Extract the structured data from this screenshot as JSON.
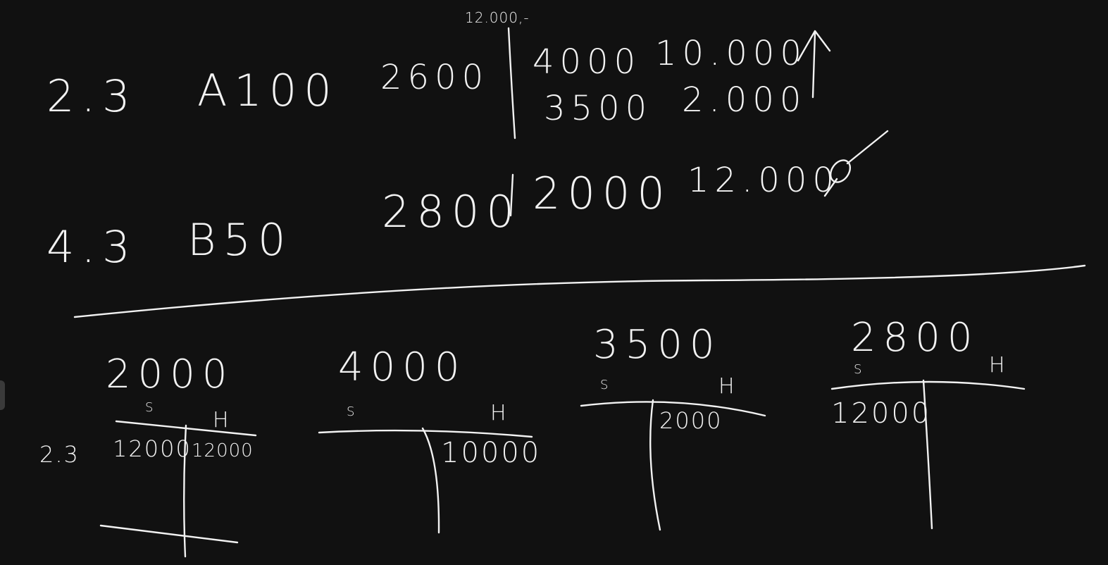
{
  "rows": [
    {
      "date": "2.3",
      "item": "A100",
      "base": "2600",
      "note_above": "12.000,-",
      "values_left": [
        "4000",
        "3500"
      ],
      "values_right": [
        "10.000",
        "2.000"
      ],
      "symbol": "up-arrow"
    },
    {
      "date": "4.3",
      "item": "B50",
      "base": "2800",
      "value_left": "2000",
      "value_right": "12.000",
      "symbol": "crossed-out-zero"
    }
  ],
  "t_accounts": [
    {
      "title": "2000",
      "left_header": "S",
      "right_header": "H",
      "row_label": "2.3",
      "left_entries": [
        "12000"
      ],
      "right_entries": [
        "12000"
      ],
      "has_balance_line": true
    },
    {
      "title": "4000",
      "left_header": "S",
      "right_header": "H",
      "left_entries": [],
      "right_entries": [
        "10000"
      ]
    },
    {
      "title": "3500",
      "left_header": "S",
      "right_header": "H",
      "left_entries": [],
      "right_entries": [
        "2000"
      ]
    },
    {
      "title": "2800",
      "left_header": "S",
      "right_header": "H",
      "left_entries": [
        "12000"
      ],
      "right_entries": []
    }
  ],
  "colors": {
    "background": "#111111",
    "ink": "#f2f2f2"
  }
}
